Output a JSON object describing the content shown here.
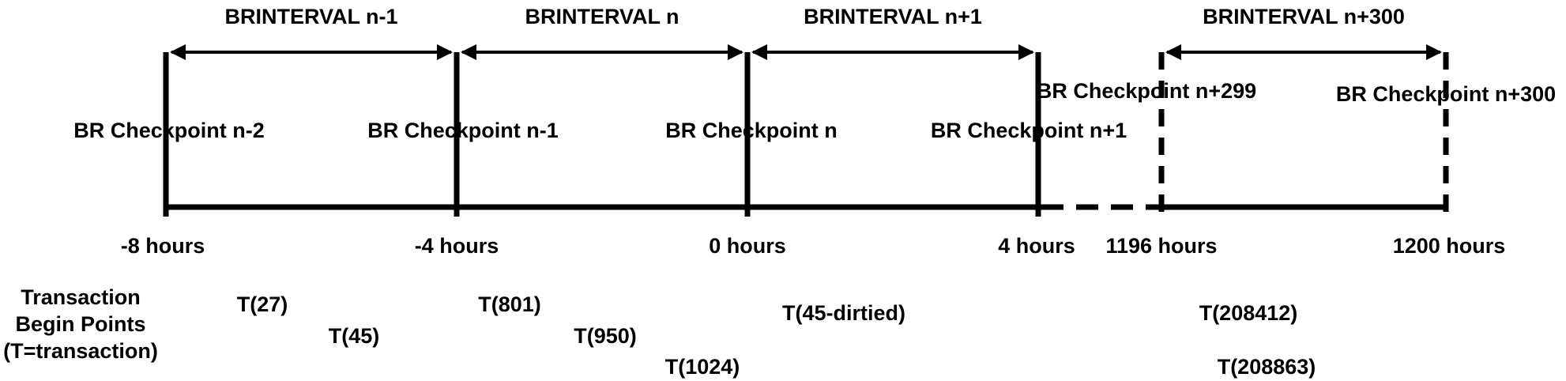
{
  "colors": {
    "ink": "#000000",
    "background": "#ffffff"
  },
  "intervals": [
    {
      "label": "BRINTERVAL n-1"
    },
    {
      "label": "BRINTERVAL n"
    },
    {
      "label": "BRINTERVAL n+1"
    },
    {
      "label": "BRINTERVAL n+300"
    }
  ],
  "checkpoints": [
    {
      "label": "BR Checkpoint n-2",
      "time": "-8 hours"
    },
    {
      "label": "BR Checkpoint n-1",
      "time": "-4 hours"
    },
    {
      "label": "BR Checkpoint n",
      "time": "0 hours"
    },
    {
      "label": "BR Checkpoint n+1",
      "time": "4 hours"
    },
    {
      "label": "BR Checkpoint n+299",
      "time": "1196 hours"
    },
    {
      "label": "BR Checkpoint n+300",
      "time": "1200 hours"
    }
  ],
  "legend": {
    "line1": "Transaction",
    "line2": "Begin Points",
    "line3": "(T=transaction)"
  },
  "transactions": [
    {
      "label": "T(27)"
    },
    {
      "label": "T(45)"
    },
    {
      "label": "T(801)"
    },
    {
      "label": "T(950)"
    },
    {
      "label": "T(1024)"
    },
    {
      "label": "T(45-dirtied)"
    },
    {
      "label": "T(208412)"
    },
    {
      "label": "T(208863)"
    }
  ]
}
